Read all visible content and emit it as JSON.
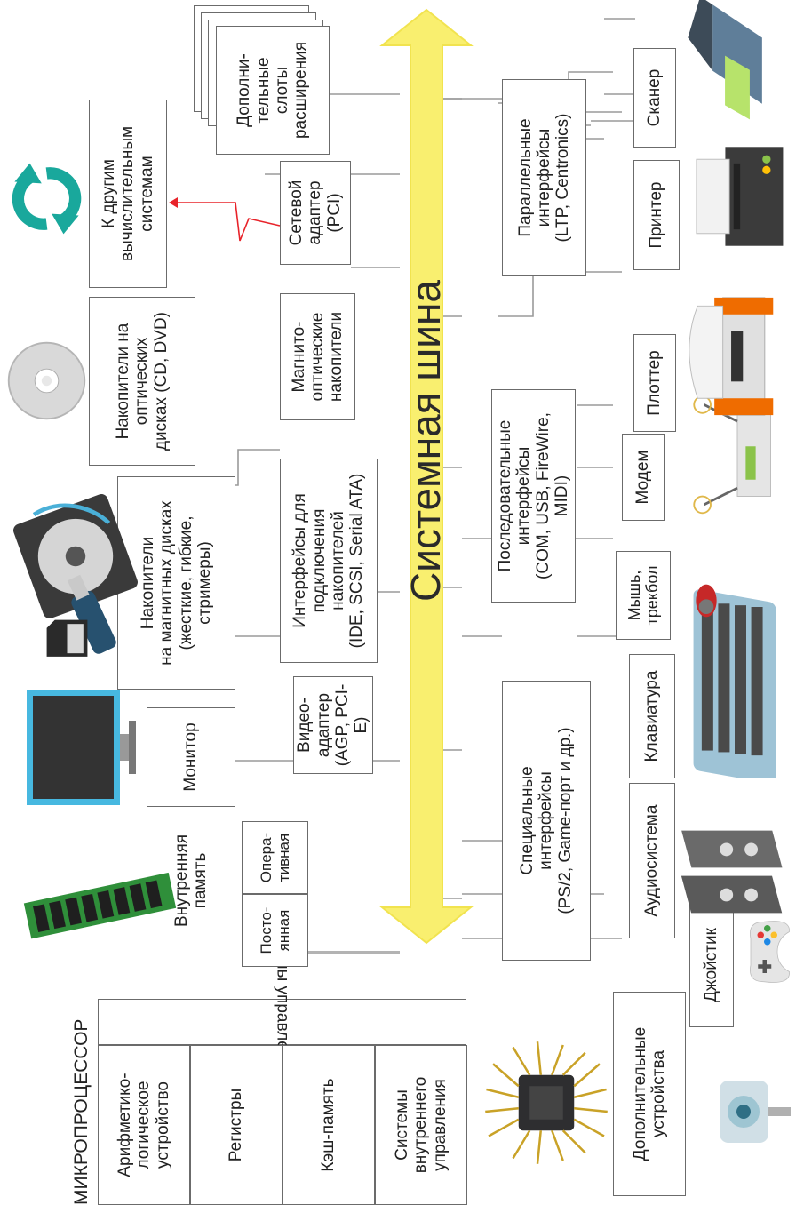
{
  "colors": {
    "bus": "#f9ef6f",
    "bus_outline": "#f1e34f",
    "line": "#9a9a9a",
    "arrow_red": "#e8232a",
    "refresh_teal": "#19a89c"
  },
  "bus": {
    "label": "Системная шина"
  },
  "cpu": {
    "title": "МИКРОПРОЦЕССОР",
    "control": "Системы управления шиной",
    "cells": [
      "Арифметико-\nлогическое\nустройство",
      "Регистры",
      "Кэш-память",
      "Системы\nвнутреннего\nуправления"
    ]
  },
  "memory": {
    "title": "Внутренняя\nпамять",
    "rom": "Посто-\nянная",
    "ram": "Опера-\nтивная"
  },
  "video_adapter": "Видео-\nадаптер\n(AGP, PCI-E)",
  "monitor": "Монитор",
  "drive_interfaces": "Интерфейсы для\nподключения\nнакопителей\n(IDE, SCSI, Serial ATA)",
  "magnetic_drives": "Накопители\nна магнитных дисках\n(жесткие, гибкие,\nстримеры)",
  "optical_drives": "Накопители на\nоптических\nдисках (CD, DVD)",
  "magneto_optical": "Магнито-\nоптические\nнакопители",
  "network_adapter": "Сетевой\nадаптер\n(PCI)",
  "other_systems": "К другим\nвычислительным\nсистемам",
  "expansion_slots": "Дополни-\nтельные\nслоты\nрасширения",
  "special_interfaces": "Специальные\nинтерфейсы\n(PS/2, Game-порт и др.)",
  "serial_interfaces": "Последовательные\nинтерфейсы\n(COM, USB, FireWire, MIDI)",
  "parallel_interfaces": "Параллельные\nинтерфейсы\n(LTP, Centronics)",
  "devices": {
    "extra": "Дополнительные\nустройства",
    "joystick": "Джойстик",
    "audio": "Аудиосистема",
    "keyboard": "Клавиатура",
    "mouse": "Мышь,\nтрекбол",
    "modem": "Модем",
    "plotter": "Плоттер",
    "printer": "Принтер",
    "scanner": "Сканер"
  },
  "icons": [
    "cpu-chip-icon",
    "ram-module-icon",
    "monitor-icon",
    "hard-disk-icon",
    "flash-drive-icon",
    "sd-card-icon",
    "optical-disc-icon",
    "refresh-icon",
    "webcam-icon",
    "gamepad-icon",
    "speakers-icon",
    "keyboard-icon",
    "mouse-icon",
    "modem-icon",
    "plotter-icon",
    "printer-icon",
    "scanner-icon"
  ]
}
